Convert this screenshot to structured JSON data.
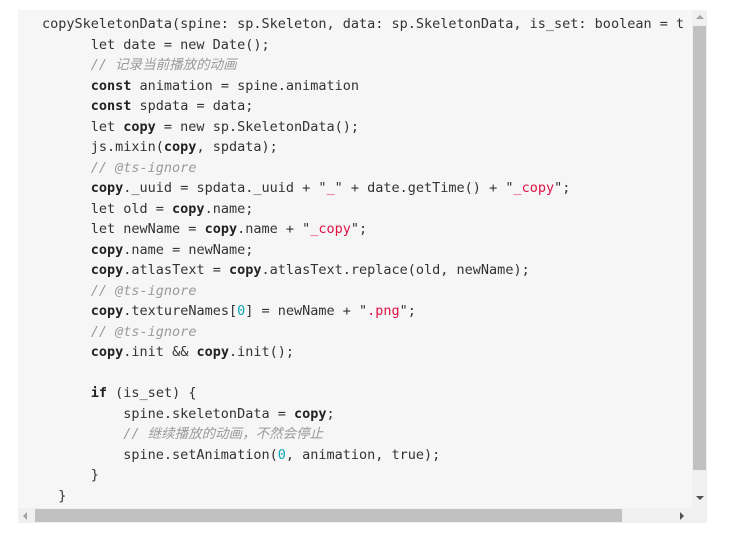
{
  "code_lines": [
    [
      [
        "p",
        "copySkeletonData(spine: sp.Skeleton, data: sp.SkeletonData, is_set: boolean = t"
      ]
    ],
    [
      [
        "p",
        "      let date = new Date();"
      ]
    ],
    [
      [
        "p",
        "      "
      ],
      [
        "c",
        "// 记录当前播放的动画"
      ]
    ],
    [
      [
        "p",
        "      "
      ],
      [
        "k",
        "const"
      ],
      [
        "p",
        " animation = spine.animation"
      ]
    ],
    [
      [
        "p",
        "      "
      ],
      [
        "k",
        "const"
      ],
      [
        "p",
        " spdata = data;"
      ]
    ],
    [
      [
        "p",
        "      let "
      ],
      [
        "k",
        "copy"
      ],
      [
        "p",
        " = new sp.SkeletonData();"
      ]
    ],
    [
      [
        "p",
        "      js.mixin("
      ],
      [
        "k",
        "copy"
      ],
      [
        "p",
        ", spdata);"
      ]
    ],
    [
      [
        "p",
        "      "
      ],
      [
        "c",
        "// @ts-ignore"
      ]
    ],
    [
      [
        "p",
        "      "
      ],
      [
        "k",
        "copy"
      ],
      [
        "p",
        "._uuid = spdata._uuid + \""
      ],
      [
        "s",
        "_"
      ],
      [
        "p",
        "\" + date.getTime() + \""
      ],
      [
        "s",
        "_copy"
      ],
      [
        "p",
        "\";"
      ]
    ],
    [
      [
        "p",
        "      let old = "
      ],
      [
        "k",
        "copy"
      ],
      [
        "p",
        ".name;"
      ]
    ],
    [
      [
        "p",
        "      let newName = "
      ],
      [
        "k",
        "copy"
      ],
      [
        "p",
        ".name + \""
      ],
      [
        "s",
        "_copy"
      ],
      [
        "p",
        "\";"
      ]
    ],
    [
      [
        "p",
        "      "
      ],
      [
        "k",
        "copy"
      ],
      [
        "p",
        ".name = newName;"
      ]
    ],
    [
      [
        "p",
        "      "
      ],
      [
        "k",
        "copy"
      ],
      [
        "p",
        ".atlasText = "
      ],
      [
        "k",
        "copy"
      ],
      [
        "p",
        ".atlasText.replace(old, newName);"
      ]
    ],
    [
      [
        "p",
        "      "
      ],
      [
        "c",
        "// @ts-ignore"
      ]
    ],
    [
      [
        "p",
        "      "
      ],
      [
        "k",
        "copy"
      ],
      [
        "p",
        ".textureNames["
      ],
      [
        "n",
        "0"
      ],
      [
        "p",
        "] = newName + \""
      ],
      [
        "s",
        ".png"
      ],
      [
        "p",
        "\";"
      ]
    ],
    [
      [
        "p",
        "      "
      ],
      [
        "c",
        "// @ts-ignore"
      ]
    ],
    [
      [
        "p",
        "      "
      ],
      [
        "k",
        "copy"
      ],
      [
        "p",
        ".init && "
      ],
      [
        "k",
        "copy"
      ],
      [
        "p",
        ".init();"
      ]
    ],
    [
      [
        "p",
        ""
      ]
    ],
    [
      [
        "p",
        "      "
      ],
      [
        "k",
        "if"
      ],
      [
        "p",
        " (is_set) {"
      ]
    ],
    [
      [
        "p",
        "          spine.skeletonData = "
      ],
      [
        "k",
        "copy"
      ],
      [
        "p",
        ";"
      ]
    ],
    [
      [
        "p",
        "          "
      ],
      [
        "c",
        "// 继续播放的动画，不然会停止"
      ]
    ],
    [
      [
        "p",
        "          spine.setAnimation("
      ],
      [
        "n",
        "0"
      ],
      [
        "p",
        ", animation, true);"
      ]
    ],
    [
      [
        "p",
        "      }"
      ]
    ],
    [
      [
        "p",
        "  }"
      ]
    ]
  ]
}
